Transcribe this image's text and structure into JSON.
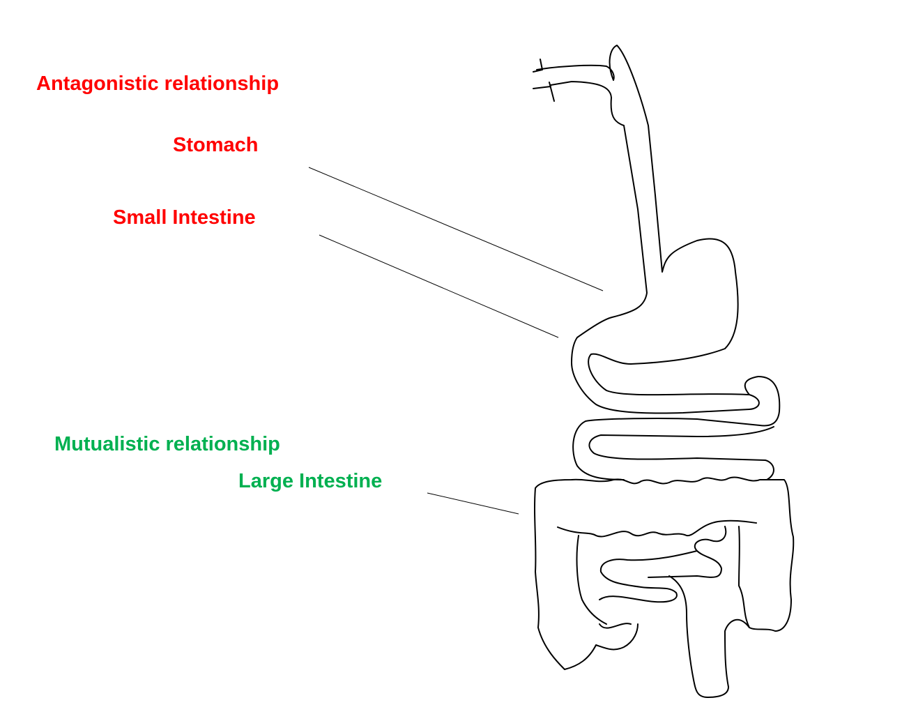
{
  "labels": {
    "antagonistic": "Antagonistic relationship",
    "stomach": "Stomach",
    "small_intestine": "Small Intestine",
    "mutualistic": "Mutualistic relationship",
    "large_intestine": "Large Intestine"
  },
  "colors": {
    "antagonistic": "#FF0000",
    "mutualistic": "#00B050"
  }
}
